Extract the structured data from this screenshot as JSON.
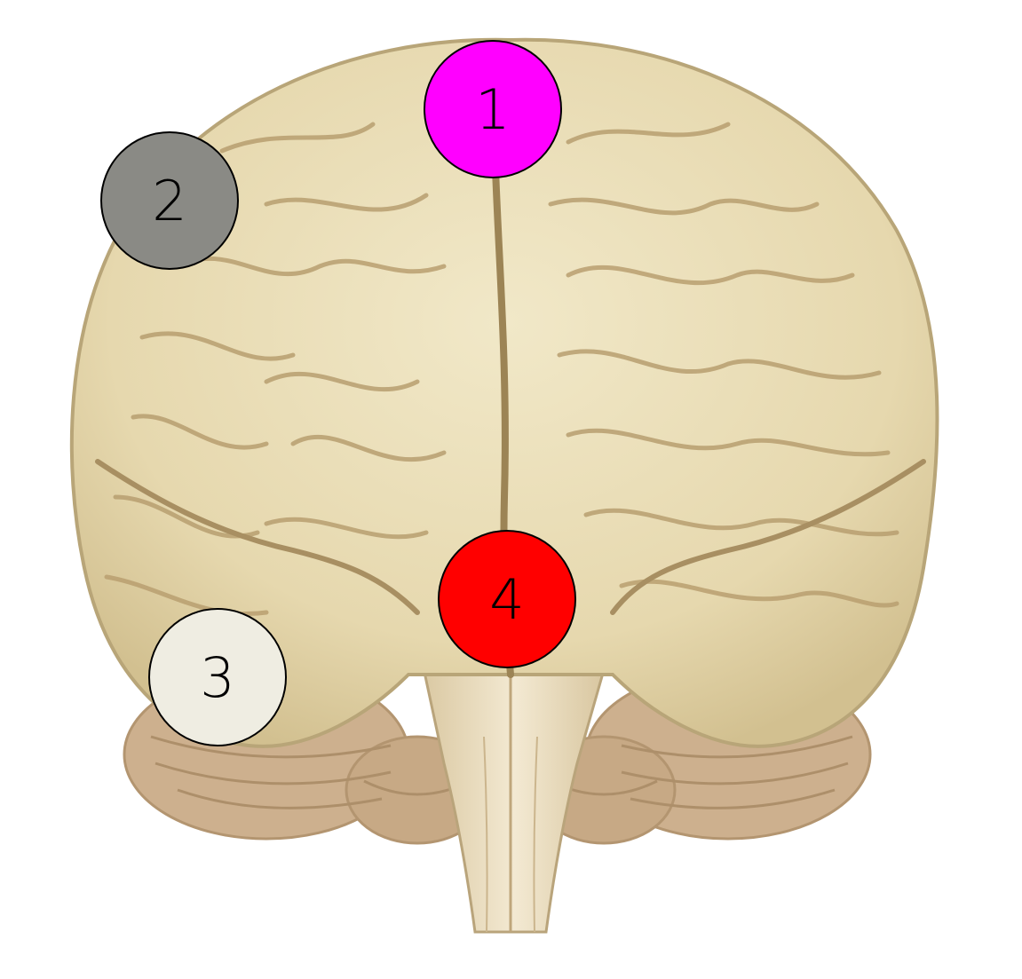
{
  "diagram": {
    "markers": [
      {
        "label": "1",
        "fill": "#ff00ff"
      },
      {
        "label": "2",
        "fill": "#8a8a85"
      },
      {
        "label": "3",
        "fill": "#efede2"
      },
      {
        "label": "4",
        "fill": "#ff0000"
      }
    ],
    "colors": {
      "brain": "#e8dcb4",
      "brain_shadow": "#c8b48a",
      "fissure": "#9c8455",
      "cerebellum": "#cdb08e",
      "brainstem": "#eadcbc"
    }
  }
}
